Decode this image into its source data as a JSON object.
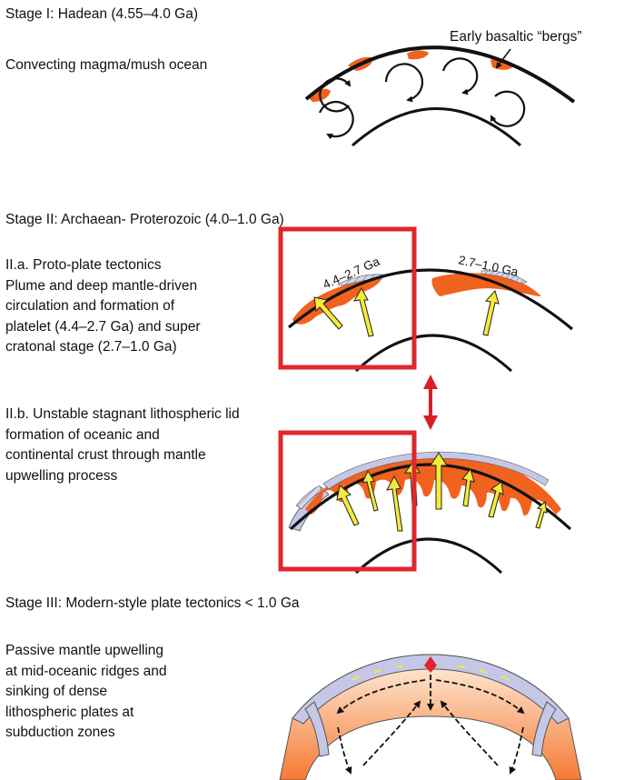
{
  "stage1": {
    "title": "Stage I: Hadean (4.55–4.0 Ga)",
    "description": "Convecting magma/mush ocean",
    "callout": "Early basaltic “bergs”"
  },
  "stage2": {
    "title": "Stage II: Archaean- Proterozoic (4.0–1.0 Ga)",
    "a_lines": [
      "II.a. Proto-plate tectonics",
      "Plume and deep mantle-driven",
      "circulation and formation of",
      "platelet (4.4–2.7 Ga) and super",
      "cratonal stage (2.7–1.0 Ga)"
    ],
    "age_label_1": "4.4–2.7 Ga",
    "age_label_2": "2.7–1.0 Ga",
    "b_lines": [
      "II.b. Unstable stagnant lithospheric lid",
      "formation of oceanic and",
      "continental crust through mantle",
      "upwelling process"
    ]
  },
  "stage3": {
    "title": "Stage III: Modern-style plate tectonics < 1.0 Ga",
    "lines": [
      "Passive mantle upwelling",
      "at mid-oceanic ridges and",
      "sinking of dense",
      "lithospheric plates at",
      "subduction zones"
    ]
  },
  "colors": {
    "crust_orange": "#f0621e",
    "plume_yellow": "#f6ea3c",
    "mantle_gradient_light": "#fff2e2",
    "mantle_gradient_dark": "#f57a33",
    "lithosphere_lavender": "#c4c7e6",
    "highlight_box_red": "#e1262c",
    "connector_arrow_red": "#d81f26"
  }
}
